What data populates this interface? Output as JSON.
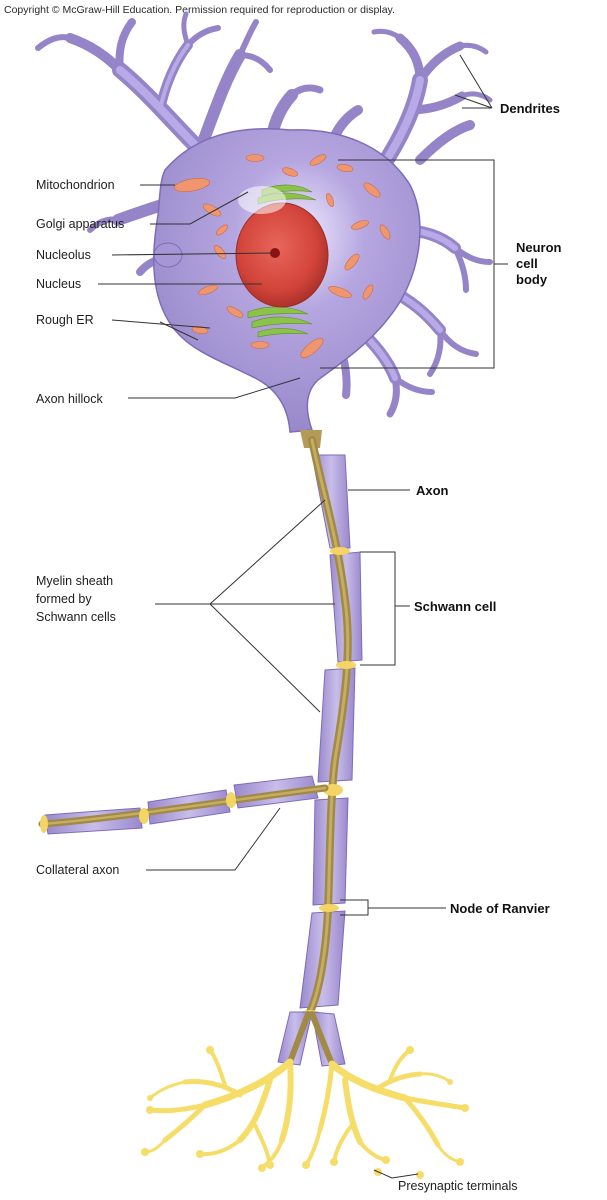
{
  "copyright": "Copyright © McGraw-Hill Education. Permission required for reproduction or display.",
  "labels": {
    "dendrites": "Dendrites",
    "mitochondrion": "Mitochondrion",
    "golgi": "Golgi apparatus",
    "nucleolus": "Nucleolus",
    "nucleus": "Nucleus",
    "rough_er": "Rough ER",
    "cell_body": [
      "Neuron",
      "cell",
      "body"
    ],
    "axon_hillock": "Axon hillock",
    "axon": "Axon",
    "myelin": [
      "Myelin sheath",
      "formed by",
      "Schwann cells"
    ],
    "schwann": "Schwann cell",
    "collateral": "Collateral axon",
    "node": "Node of Ranvier",
    "presynaptic": "Presynaptic terminals"
  },
  "colors": {
    "cell": "#a796d6",
    "cell_dark": "#7e6cb8",
    "nucleus": "#d2443a",
    "nucleolus": "#8a1414",
    "mito": "#f0966e",
    "golgi": "#8ac24a",
    "axon": "#a08a46",
    "node": "#f3d465",
    "terminal": "#f6dd6a"
  }
}
